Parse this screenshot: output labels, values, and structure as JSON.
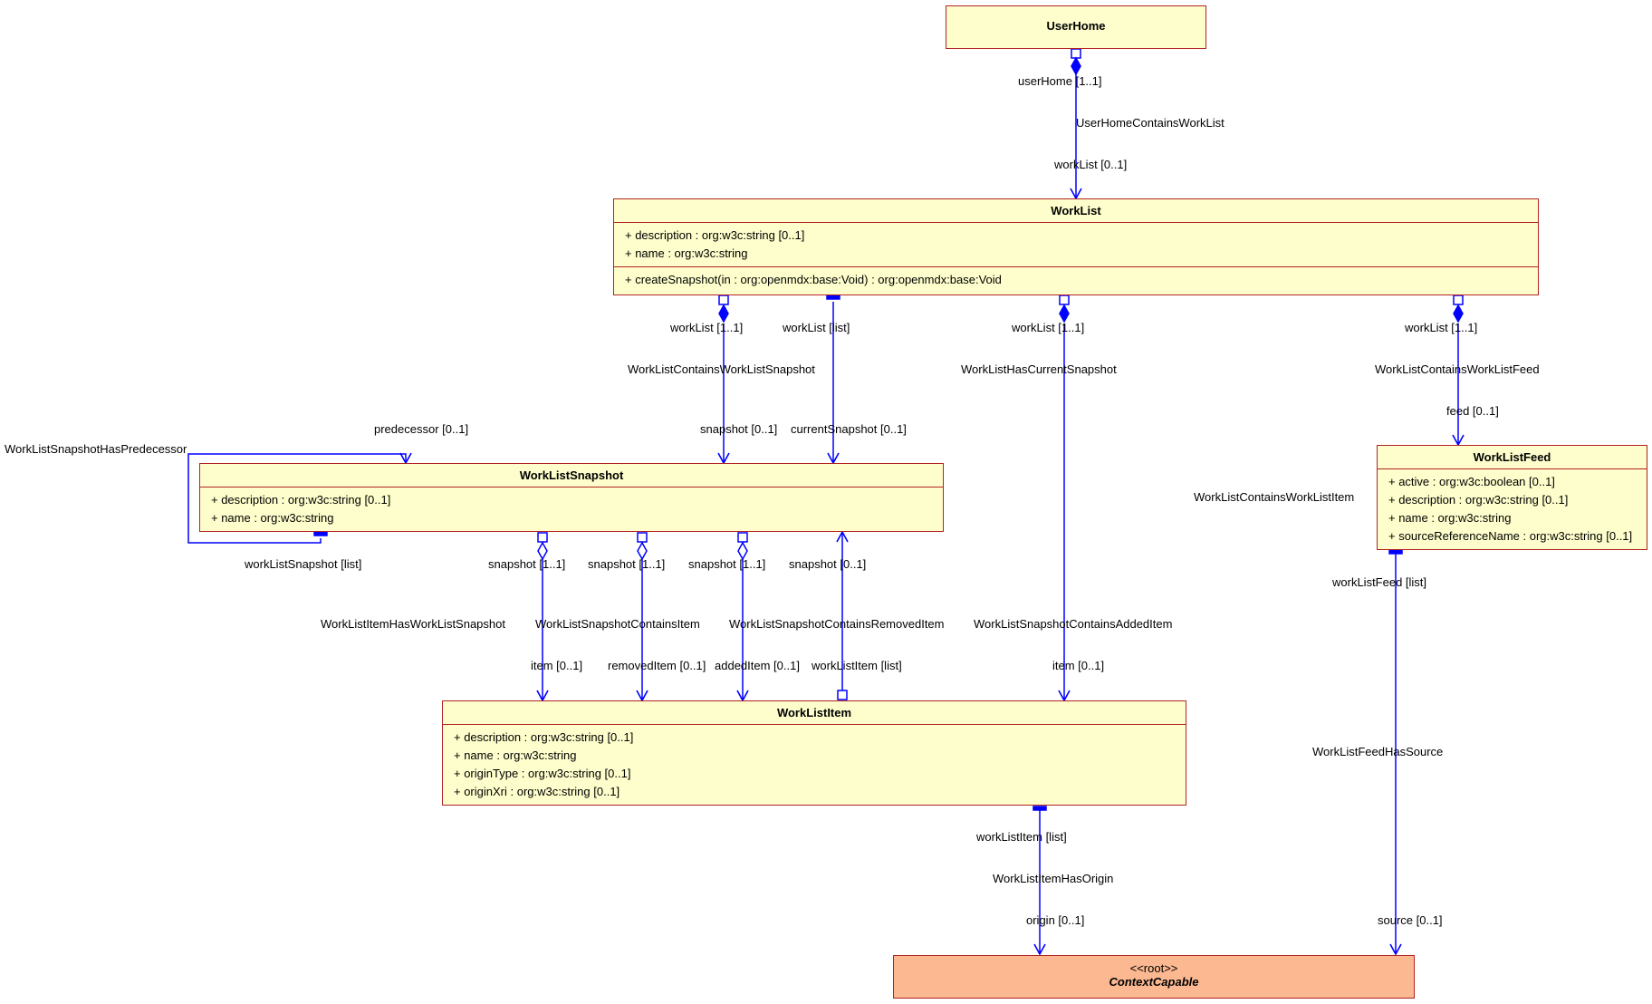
{
  "classes": {
    "userhome": {
      "name": "UserHome"
    },
    "worklist": {
      "name": "WorkList",
      "attributes": [
        "+ description : org:w3c:string [0..1]",
        "+ name : org:w3c:string"
      ],
      "operations": [
        "+ createSnapshot(in : org:openmdx:base:Void) : org:openmdx:base:Void"
      ]
    },
    "snapshot": {
      "name": "WorkListSnapshot",
      "attributes": [
        "+ description : org:w3c:string [0..1]",
        "+ name : org:w3c:string"
      ]
    },
    "feed": {
      "name": "WorkListFeed",
      "attributes": [
        "+ active : org:w3c:boolean [0..1]",
        "+ description : org:w3c:string [0..1]",
        "+ name : org:w3c:string",
        "+ sourceReferenceName : org:w3c:string [0..1]"
      ]
    },
    "item": {
      "name": "WorkListItem",
      "attributes": [
        "+ description : org:w3c:string [0..1]",
        "+ name : org:w3c:string",
        "+ originType : org:w3c:string [0..1]",
        "+ originXri : org:w3c:string [0..1]"
      ]
    },
    "context": {
      "stereotype": "<<root>>",
      "name": "ContextCapable"
    }
  },
  "labels": {
    "l1": "userHome [1..1]",
    "l2": "UserHomeContainsWorkList",
    "l3": "workList [0..1]",
    "l4": "workList [1..1]",
    "l5": "workList [list]",
    "l6": "workList [1..1]",
    "l7": "workList [1..1]",
    "l8": "WorkListContainsWorkListSnapshot",
    "l9": "WorkListHasCurrentSnapshot",
    "l10": "WorkListContainsWorkListFeed",
    "l11": "feed [0..1]",
    "l12": "predecessor [0..1]",
    "l13": "snapshot [0..1]",
    "l14": "currentSnapshot [0..1]",
    "l15": "WorkListSnapshotHasPredecessor",
    "l16": "WorkListContainsWorkListItem",
    "l17": "workListSnapshot [list]",
    "l18": "snapshot [1..1]",
    "l19": "snapshot [1..1]",
    "l20": "snapshot [1..1]",
    "l21": "snapshot [0..1]",
    "l22": "workListFeed [list]",
    "l23": "WorkListItemHasWorkListSnapshot",
    "l24": "WorkListSnapshotContainsItem",
    "l25": "WorkListSnapshotContainsRemovedItem",
    "l26": "WorkListSnapshotContainsAddedItem",
    "l27": "item [0..1]",
    "l28": "removedItem [0..1]",
    "l29": "addedItem [0..1]",
    "l30": "workListItem [list]",
    "l31": "item [0..1]",
    "l32": "WorkListFeedHasSource",
    "l33": "workListItem [list]",
    "l34": "WorkListItemHasOrigin",
    "l35": "origin [0..1]",
    "l36": "source [0..1]"
  },
  "colors": {
    "edge": "#0000ff",
    "class_fill": "#fefecc",
    "class_border": "#b22222",
    "root_fill": "#fbb891"
  }
}
